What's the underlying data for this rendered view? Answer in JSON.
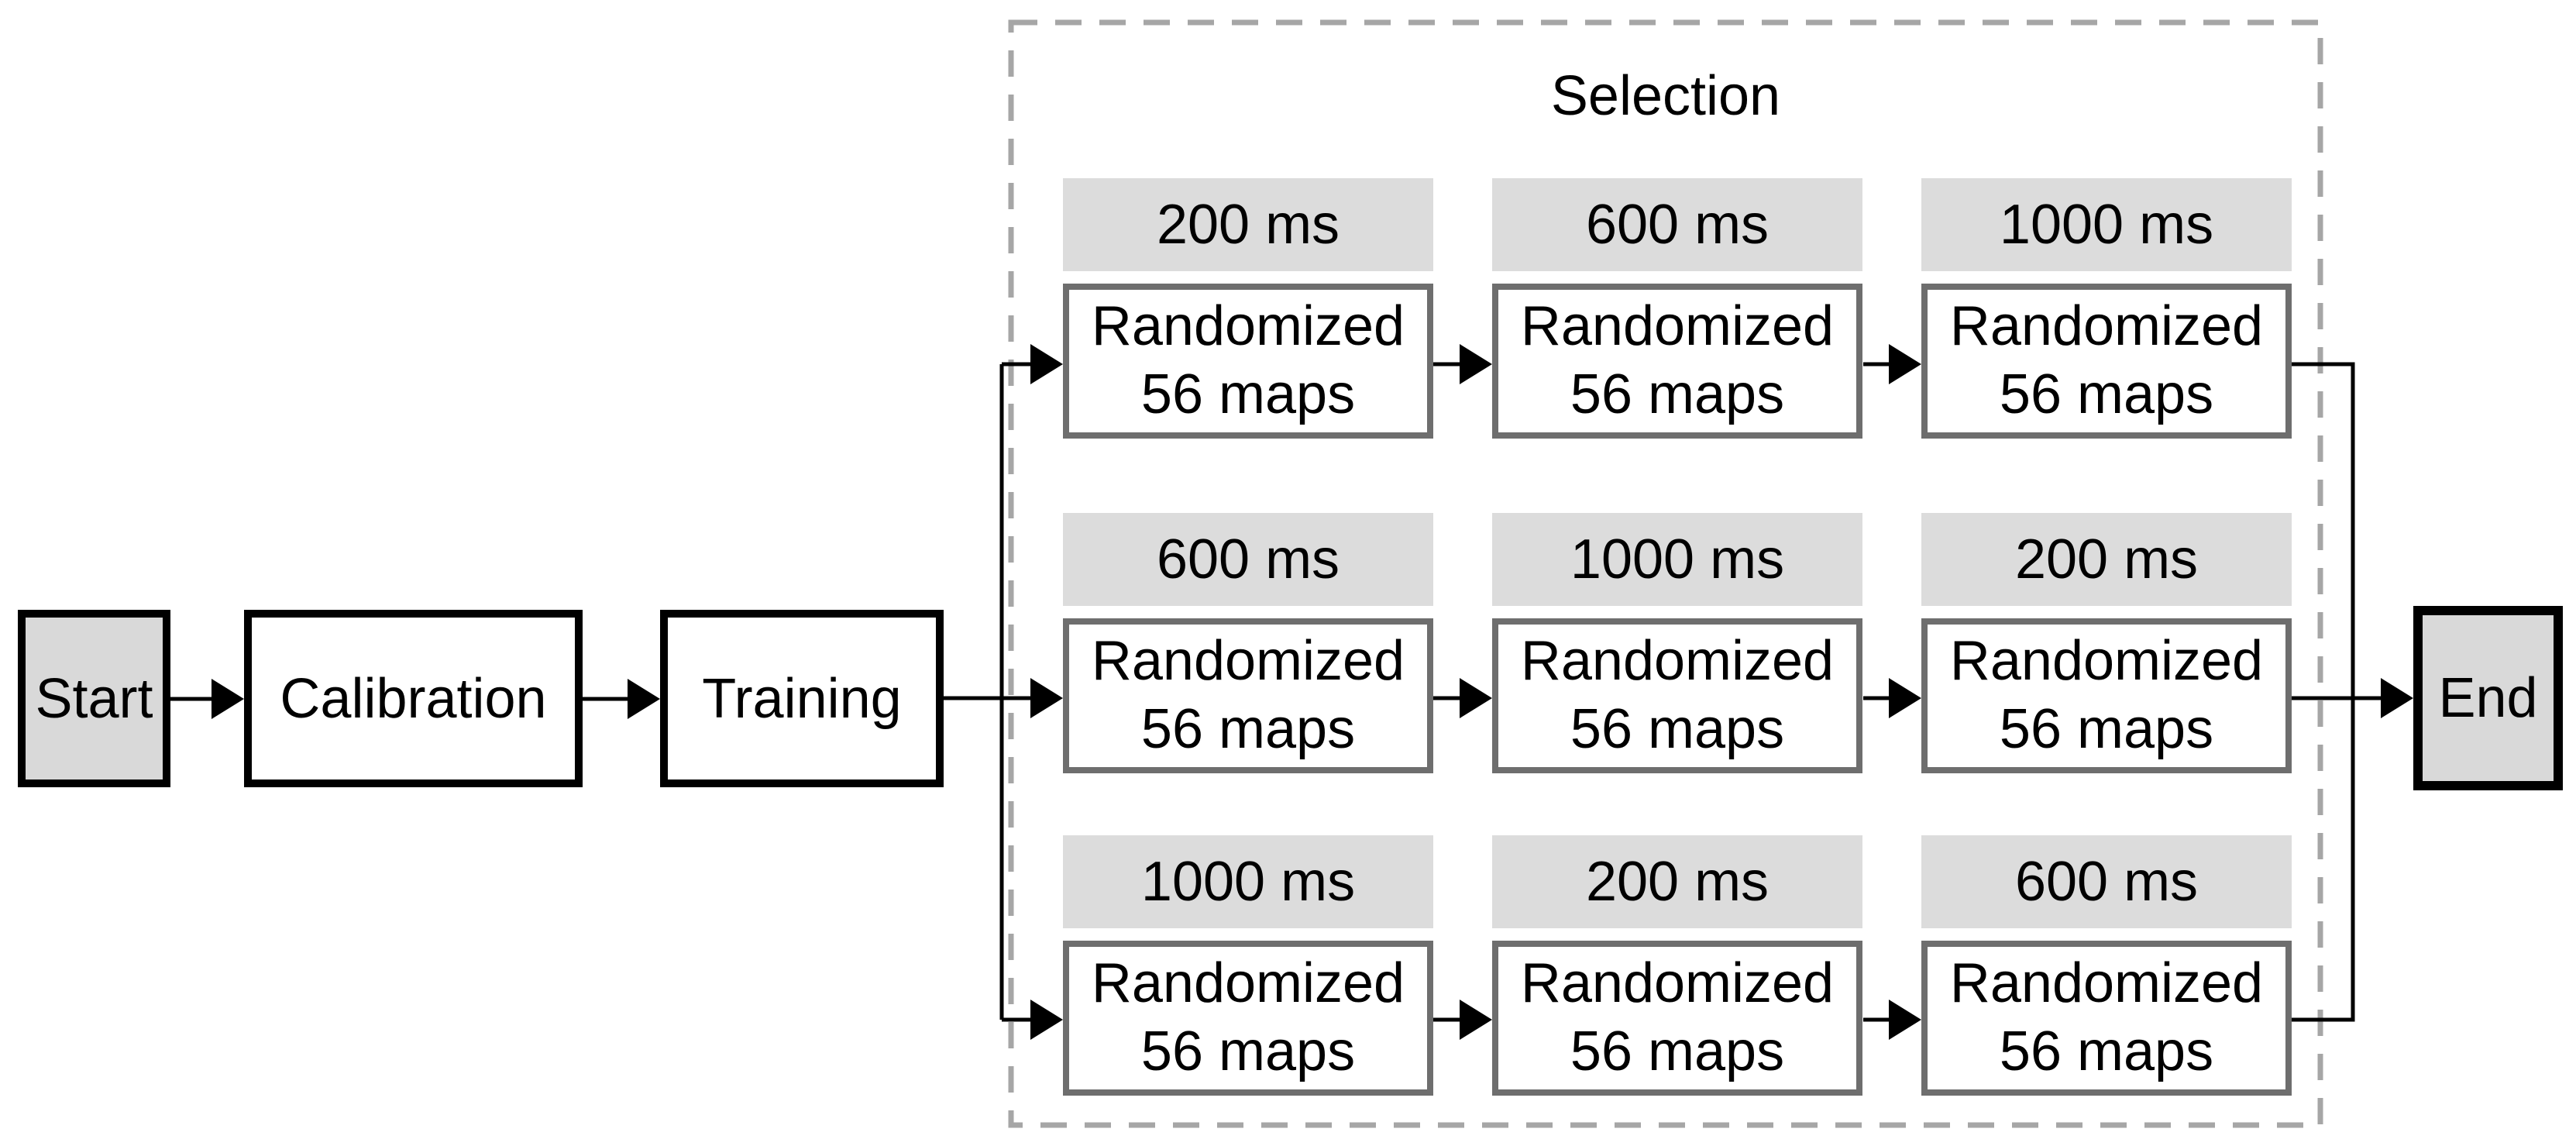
{
  "diagram": {
    "nodes": {
      "start": "Start",
      "calibration": "Calibration",
      "training": "Training",
      "end": "End"
    },
    "selection": {
      "title": "Selection",
      "cells": [
        {
          "duration": "200 ms",
          "box": [
            "Randomized",
            "56 maps"
          ]
        },
        {
          "duration": "600 ms",
          "box": [
            "Randomized",
            "56 maps"
          ]
        },
        {
          "duration": "1000 ms",
          "box": [
            "Randomized",
            "56 maps"
          ]
        },
        {
          "duration": "600 ms",
          "box": [
            "Randomized",
            "56 maps"
          ]
        },
        {
          "duration": "1000 ms",
          "box": [
            "Randomized",
            "56 maps"
          ]
        },
        {
          "duration": "200 ms",
          "box": [
            "Randomized",
            "56 maps"
          ]
        },
        {
          "duration": "1000 ms",
          "box": [
            "Randomized",
            "56 maps"
          ]
        },
        {
          "duration": "200 ms",
          "box": [
            "Randomized",
            "56 maps"
          ]
        },
        {
          "duration": "600 ms",
          "box": [
            "Randomized",
            "56 maps"
          ]
        }
      ]
    },
    "colors": {
      "gray_fill": "#d9d9d9",
      "header_fill": "#dcdcdc",
      "randomized_border": "#6e6e6e",
      "dashed_border": "#a6a6a6",
      "connector": "#000000"
    }
  }
}
